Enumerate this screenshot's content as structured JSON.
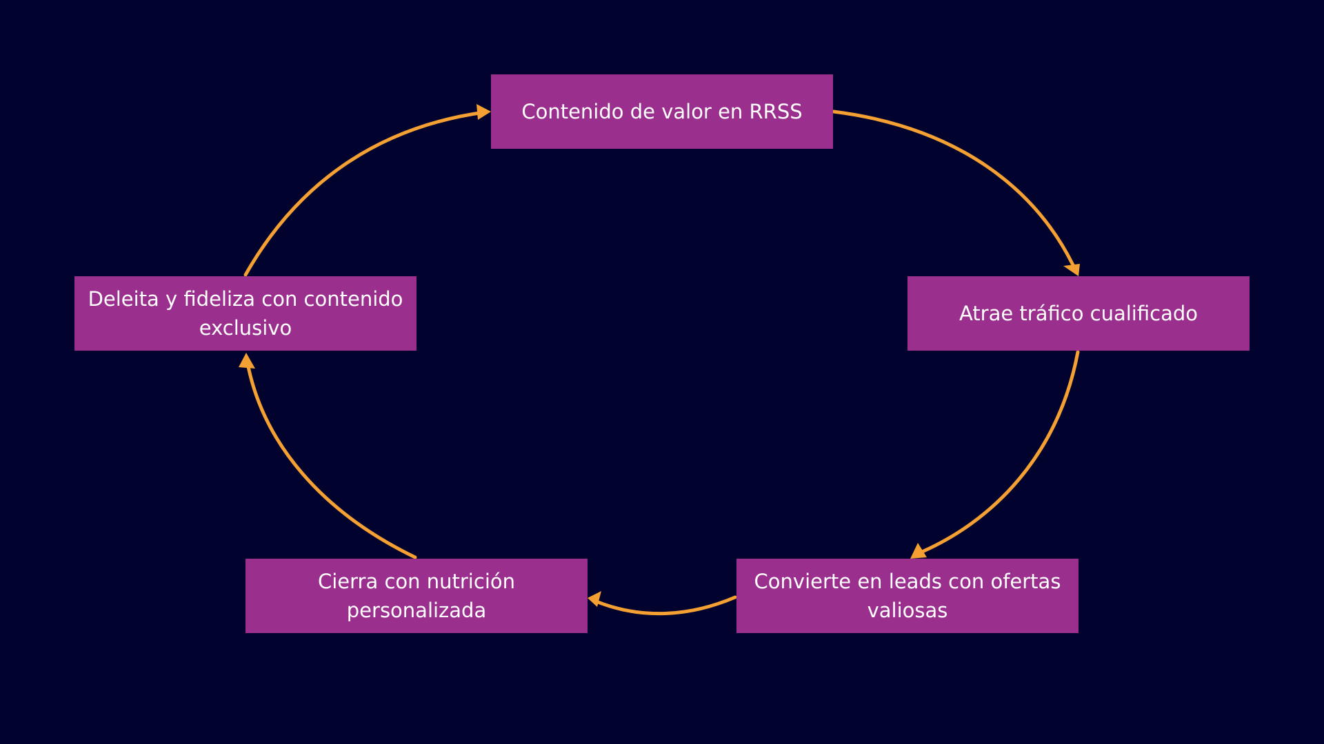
{
  "colors": {
    "background": "#02022f",
    "node_fill": "#9b2f8e",
    "arrow": "#f5a033",
    "text": "#ffffff"
  },
  "diagram": {
    "type": "cycle",
    "nodes": [
      {
        "id": "n1",
        "label": "Contenido de valor en RRSS"
      },
      {
        "id": "n2",
        "label": "Atrae tráfico cualificado"
      },
      {
        "id": "n3",
        "label": "Convierte en leads con ofertas valiosas"
      },
      {
        "id": "n4",
        "label": "Cierra con nutrición personalizada"
      },
      {
        "id": "n5",
        "label": "Deleita y fideliza con contenido exclusivo"
      }
    ],
    "edges": [
      {
        "from": "n1",
        "to": "n2"
      },
      {
        "from": "n2",
        "to": "n3"
      },
      {
        "from": "n3",
        "to": "n4"
      },
      {
        "from": "n4",
        "to": "n5"
      },
      {
        "from": "n5",
        "to": "n1"
      }
    ]
  }
}
